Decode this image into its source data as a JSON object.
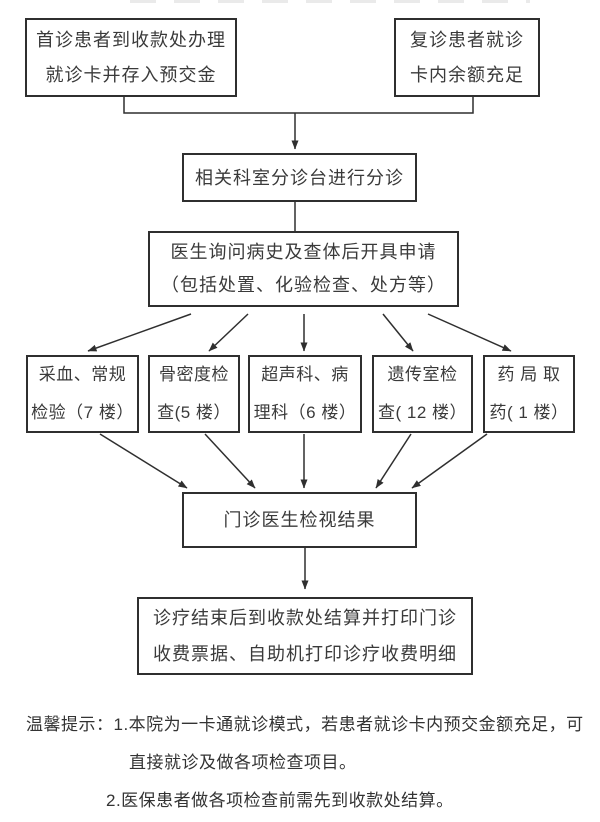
{
  "flowchart": {
    "boxes": {
      "first_visit": {
        "line1": "首诊患者到收款处办理",
        "line2": "就诊卡并存入预交金"
      },
      "return_visit": {
        "line1": "复诊患者就诊",
        "line2": "卡内余额充足"
      },
      "triage": {
        "line1": "相关科室分诊台进行分诊"
      },
      "doctor": {
        "line1": "医生询问病史及查体后开具申请",
        "line2": "（包括处置、化验检查、处方等）"
      },
      "blood": {
        "line1": "采血、常规",
        "line2": "检验（7 楼）"
      },
      "bone": {
        "line1": "骨密度检",
        "line2": "查(5 楼）"
      },
      "ultrasound": {
        "line1": "超声科、病",
        "line2": "理科（6 楼）"
      },
      "genetics": {
        "line1": "遗传室检",
        "line2": "查( 12 楼）"
      },
      "pharmacy": {
        "line1": "药 局 取",
        "line2": "药( 1 楼）"
      },
      "review": {
        "line1": "门诊医生检视结果"
      },
      "settle": {
        "line1": "诊疗结束后到收款处结算并打印门诊",
        "line2": "收费票据、自助机打印诊疗收费明细"
      }
    },
    "notes": {
      "line1": "温馨提示：1.本院为一卡通就诊模式，若患者就诊卡内预交金额充足，可",
      "line2": "直接就诊及做各项检查项目。",
      "line3": "2.医保患者做各项检查前需先到收款处结算。"
    },
    "colors": {
      "line": "#2f2f2f",
      "text": "#333333",
      "background": "#ffffff"
    }
  }
}
